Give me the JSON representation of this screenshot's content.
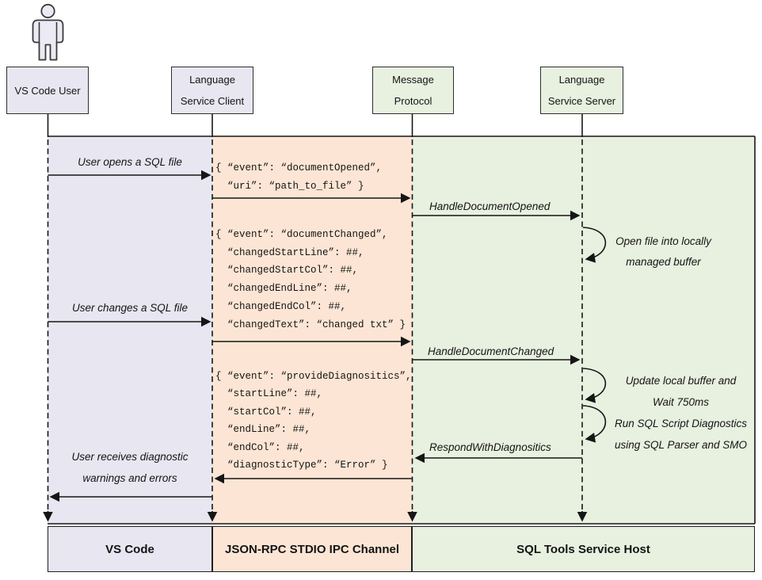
{
  "diagram": {
    "actors": {
      "user": {
        "lines": [
          "VS Code User",
          ""
        ]
      },
      "client": {
        "lines": [
          "Language",
          "Service Client"
        ]
      },
      "protocol": {
        "lines": [
          "Message",
          "Protocol"
        ]
      },
      "server": {
        "lines": [
          "Language",
          "Service Server"
        ]
      }
    },
    "messages": {
      "user_opens": "User opens a SQL file",
      "handle_document_opened": "HandleDocumentOpened",
      "user_changes": "User changes a SQL file",
      "handle_document_changed": "HandleDocumentChanged",
      "respond_with_diagnostics": "RespondWithDiagnositics",
      "user_receives": [
        "User receives diagnostic",
        "warnings and errors"
      ]
    },
    "notes": {
      "open_buffer": [
        "Open file into locally",
        "managed buffer"
      ],
      "update_buffer": [
        "Update local buffer and",
        "Wait 750ms"
      ],
      "run_diagnostics": [
        "Run SQL Script Diagnostics",
        "using SQL Parser and SMO"
      ]
    },
    "payloads": {
      "document_opened": [
        "{ “event”: “documentOpened”,",
        "“uri”: “path_to_file” }"
      ],
      "document_changed": [
        "{ “event”: “documentChanged”,",
        "“changedStartLine”: ##,",
        "“changedStartCol”: ##,",
        "“changedEndLine”: ##,",
        "“changedEndCol”: ##,",
        "“changedText”: “changed txt” }"
      ],
      "provide_diagnostics": [
        "{ “event”: “provideDiagnositics”,",
        "“startLine”: ##,",
        "“startCol”: ##,",
        "“endLine”: ##,",
        "“endCol”: ##,",
        "“diagnosticType”: “Error” }"
      ]
    },
    "lanes": {
      "vscode": "VS Code",
      "channel": "JSON-RPC STDIO IPC Channel",
      "host": "SQL Tools Service Host"
    },
    "colors": {
      "purple_fill": "#e7e6f1",
      "peach_fill": "#fce5d4",
      "green_fill": "#e8f0e0",
      "line": "#161616"
    }
  }
}
